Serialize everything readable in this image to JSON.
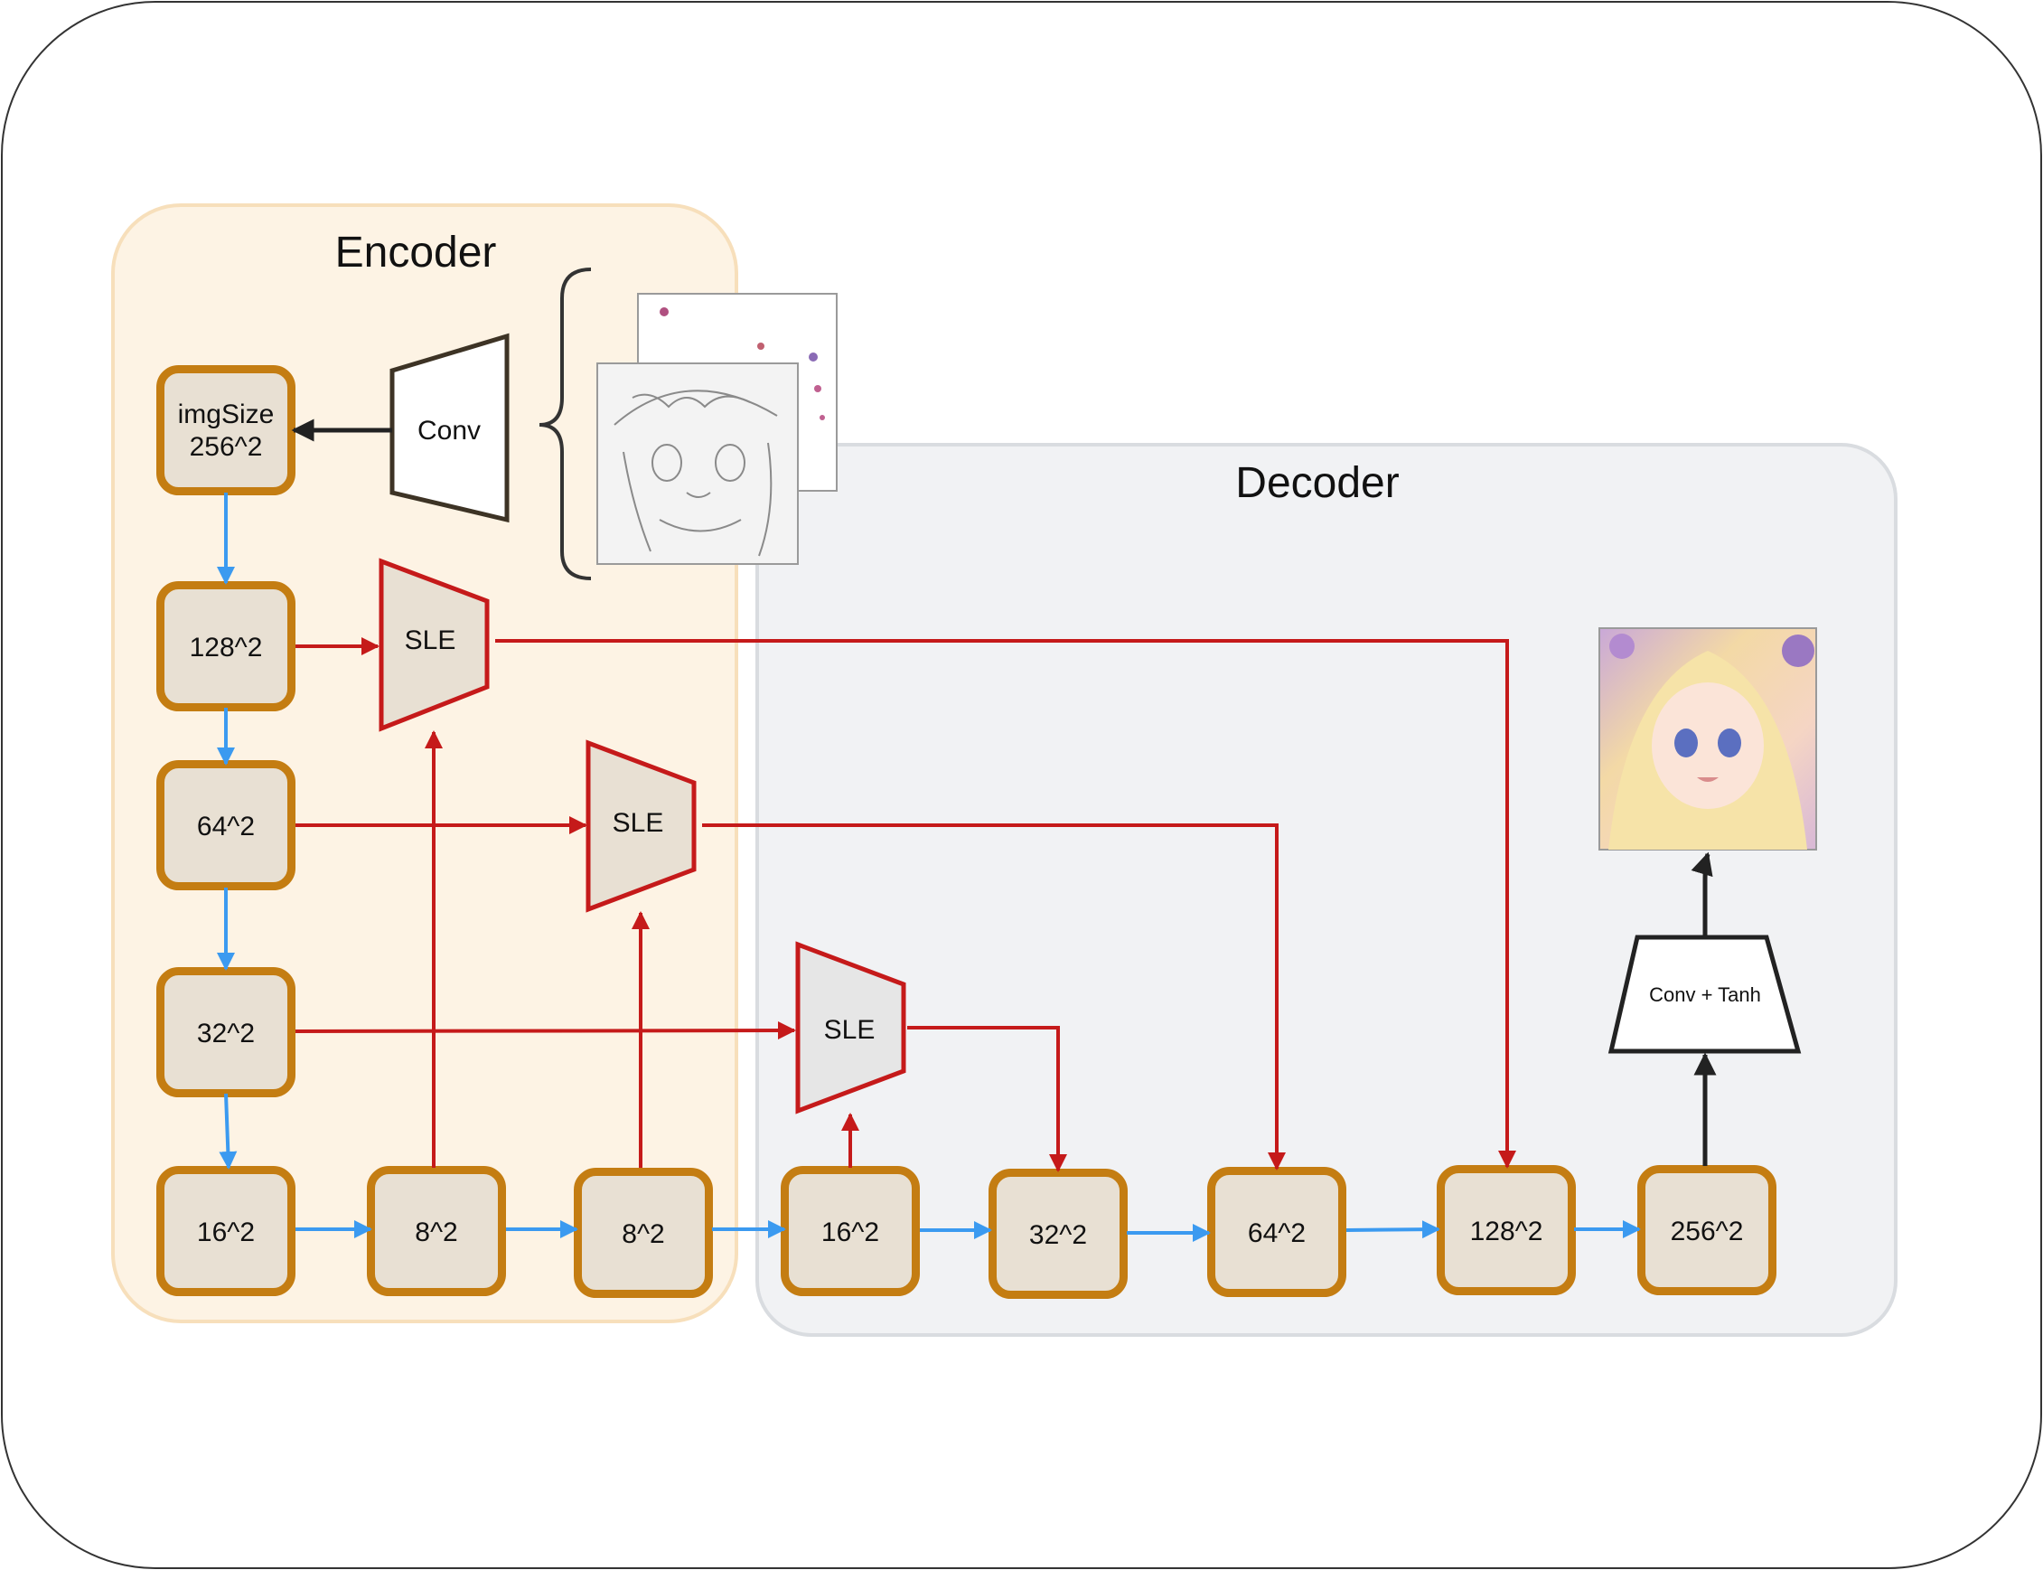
{
  "encoder": {
    "title": "Encoder"
  },
  "decoder": {
    "title": "Decoder"
  },
  "input_conv": {
    "label": "Conv"
  },
  "input_node": {
    "line1": "imgSize",
    "line2": "256^2"
  },
  "encoder_nodes": [
    "128^2",
    "64^2",
    "32^2",
    "16^2"
  ],
  "bottleneck_nodes": [
    "8^2",
    "8^2"
  ],
  "decoder_nodes": [
    "16^2",
    "32^2",
    "64^2",
    "128^2",
    "256^2"
  ],
  "sle_blocks": [
    "SLE",
    "SLE",
    "SLE"
  ],
  "output_conv": {
    "label": "Conv + Tanh"
  },
  "images": {
    "input_sketch": "sketch-image",
    "input_color_hint": "color-hint-image",
    "output": "generated-anime-image"
  },
  "colors": {
    "encoder_bg": "#fdf3e4",
    "decoder_bg": "#eff0f2",
    "node_border": "#c47d12",
    "node_fill": "#e8e0d3",
    "sle_red": "#c51a1a",
    "flow_blue": "#3b9af0",
    "black": "#222222"
  }
}
